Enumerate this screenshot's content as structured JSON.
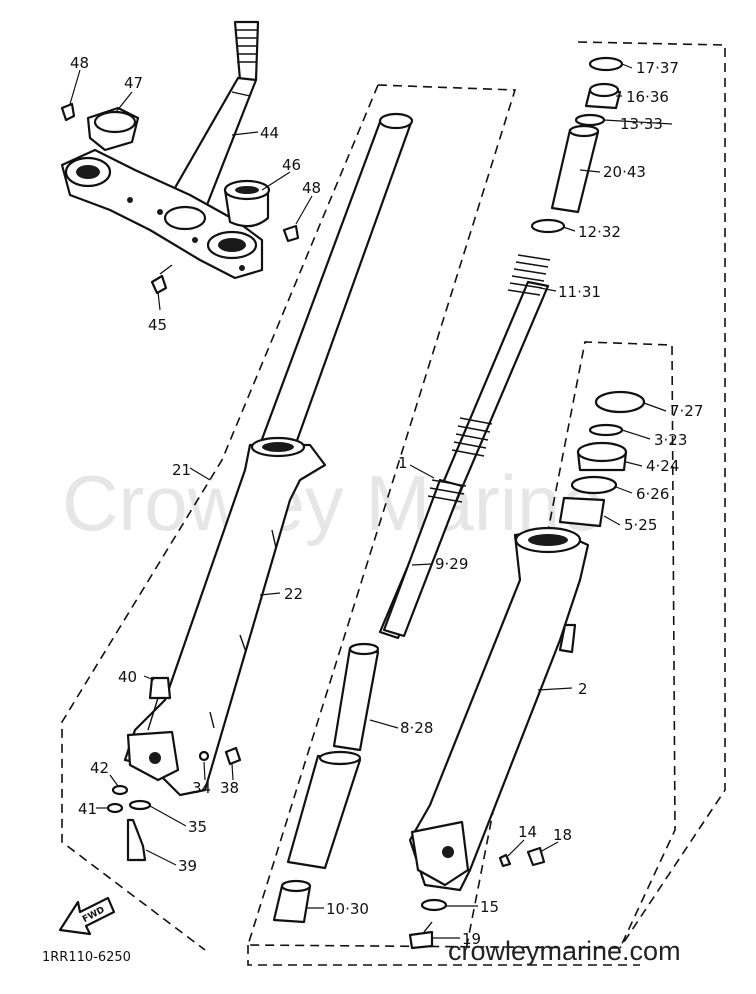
{
  "watermark": "Crowley Marine",
  "site_url": "crowleymarine.com",
  "diagram_code": "1RR110-6250",
  "fwd_text": "FWD",
  "labels": {
    "p48a": "48",
    "p47": "47",
    "p44": "44",
    "p46": "46",
    "p48b": "48",
    "p45": "45",
    "p17": "17·37",
    "p16": "16·36",
    "p13": "13·33",
    "p20": "20·43",
    "p12": "12·32",
    "p11": "11·31",
    "p7": "7·27",
    "p3": "3·23",
    "p4": "4·24",
    "p6": "6·26",
    "p5": "5·25",
    "p21": "21",
    "p1": "1",
    "p22": "22",
    "p9": "9·29",
    "p2": "2",
    "p40": "40",
    "p8": "8·28",
    "p42": "42",
    "p34": "34",
    "p38": "38",
    "p41": "41",
    "p35": "35",
    "p14": "14",
    "p18": "18",
    "p39": "39",
    "p10": "10·30",
    "p15": "15",
    "p19": "19"
  }
}
